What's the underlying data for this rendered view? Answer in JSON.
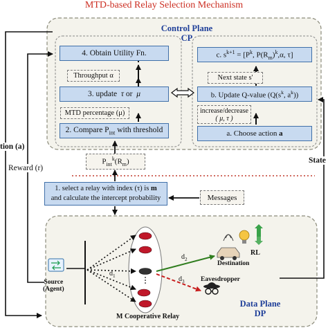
{
  "title": "MTD-based Relay Selection Mechanism",
  "control_plane": {
    "line1": "Control Plane",
    "line2": "CP"
  },
  "data_plane": {
    "line1": "Data Plane",
    "line2": "DP"
  },
  "left_boxes": {
    "obtain": "4. Obtain Utility Fn.",
    "throughput": "Throughput  α",
    "update_main": "3. update",
    "update_tau": "τ",
    "update_or": "or",
    "update_mu": "μ",
    "mtd": "MTD percentage (μ)",
    "compare_main": "2. Compare P",
    "compare_sub": "int",
    "compare_tail": " with threshold"
  },
  "right_boxes": {
    "state_prefix": "c. s",
    "state_sup": "k+1",
    "state_mid": " = [P",
    "state_sup2": "k",
    "state_mid2": ", P(R",
    "state_sub": "m",
    "state_mid3": ")",
    "state_sup3": "k",
    "state_tail": ",α,  τ]",
    "next_state": "Next state s'",
    "qupdate_main": "b. Update Q-value (Q(s",
    "qupdate_sup1": "k",
    "qupdate_mid": ", a",
    "qupdate_sup2": "k",
    "qupdate_tail": "))",
    "incdec_line1": "increase/decrease",
    "incdec_line2": "( μ, τ )",
    "choose_main": "a. Choose action ",
    "choose_bold": "a"
  },
  "pint_box": {
    "main": "P",
    "sub": "int",
    "sup": "k",
    "tail": "(R",
    "sub2": "m",
    "close": ")"
  },
  "select_box": {
    "line1_a": "1. select a relay with index (τ) is ",
    "line1_b": "m",
    "line2": "and calculate the intercept probability"
  },
  "messages": "Messages",
  "labels": {
    "action": "tion (a)",
    "reward": "Reward (r)",
    "state": "State",
    "source_line1": "Source",
    "source_line2": "(Agent)",
    "relay": "M Cooperative Relay",
    "d1": "d",
    "d1_sub": "1",
    "d2": "d",
    "d2_sub": "2",
    "d3": "d",
    "d3_sub": "3",
    "destination": "Destination",
    "eavesdropper": "Eavesdropper",
    "rl": "RL"
  },
  "colors": {
    "title": "#cc2e22",
    "plane_title": "#1f3f99",
    "box_fill": "#c8daf0",
    "box_border": "#3f6fa8",
    "green_arrow": "#2f7d1e",
    "red_arrow": "#c81e1e",
    "car_red": "#c0182a"
  }
}
